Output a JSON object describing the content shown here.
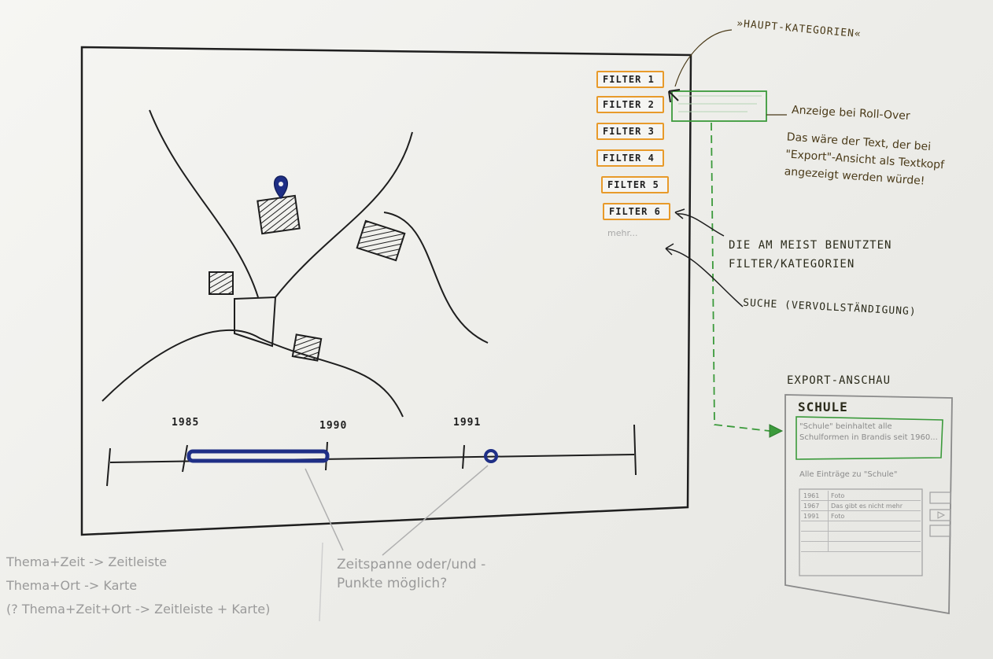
{
  "sidebar": {
    "filters": [
      "FILTER 1",
      "FILTER 2",
      "FILTER 3",
      "FILTER 4",
      "FILTER 5",
      "FILTER 6"
    ],
    "more": "mehr..."
  },
  "timeline": {
    "ticks": [
      "1985",
      "1990",
      "1991"
    ]
  },
  "annotations": {
    "haupt_kategorien": "»HAUPT-KATEGORIEN«",
    "rollover": "Anzeige bei Roll-Over",
    "rollover_desc": "Das wäre der Text, der bei \"Export\"-Ansicht als Textkopf angezeigt werden würde!",
    "meist_benutzt": "DIE AM MEIST BENUTZTEN FILTER/KATEGORIEN",
    "suche": "SUCHE (VERVOLLSTÄNDIGUNG)",
    "zeitspanne": "Zeitspanne oder/und -Punkte möglich?",
    "bottom_left": "Thema+Zeit -> Zeitleiste\nThema+Ort -> Karte\n(? Thema+Zeit+Ort -> Zeitleiste + Karte)"
  },
  "export": {
    "heading": "EXPORT-ANSCHAU",
    "title": "SCHULE",
    "description": "\"Schule\" beinhaltet alle Schulformen in Brandis seit 1960...",
    "entries_label": "Alle Einträge zu \"Schule\"",
    "rows": [
      {
        "year": "1961",
        "text": "Foto"
      },
      {
        "year": "1967",
        "text": "Das gibt es nicht mehr"
      },
      {
        "year": "1991",
        "text": "Foto"
      }
    ]
  }
}
